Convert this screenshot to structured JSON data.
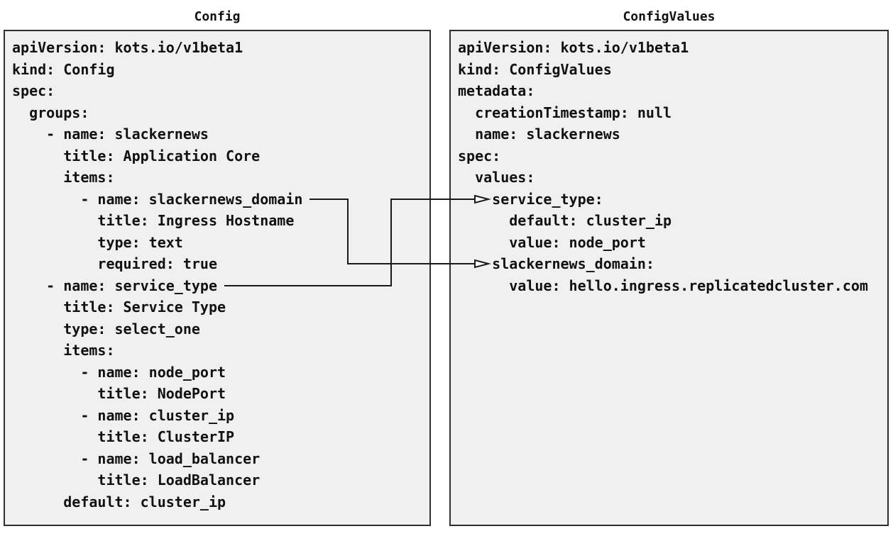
{
  "colors": {
    "page_bg": "#ffffff",
    "panel_bg": "#f0f0f0",
    "panel_border": "#2e2e2e",
    "text": "#111111",
    "arrow": "#1a1a1a",
    "arrowhead_fill": "#ffffff"
  },
  "config_panel": {
    "title": "Config",
    "lines": [
      "apiVersion: kots.io/v1beta1",
      "kind: Config",
      "spec:",
      "  groups:",
      "    - name: slackernews",
      "      title: Application Core",
      "      items:",
      "        - name: slackernews_domain",
      "          title: Ingress Hostname",
      "          type: text",
      "          required: true",
      "    - name: service_type",
      "      title: Service Type",
      "      type: select_one",
      "      items:",
      "        - name: node_port",
      "          title: NodePort",
      "        - name: cluster_ip",
      "          title: ClusterIP",
      "        - name: load_balancer",
      "          title: LoadBalancer",
      "      default: cluster_ip"
    ]
  },
  "configvalues_panel": {
    "title": "ConfigValues",
    "lines": [
      "apiVersion: kots.io/v1beta1",
      "kind: ConfigValues",
      "metadata:",
      "  creationTimestamp: null",
      "  name: slackernews",
      "spec:",
      "  values:",
      "    service_type:",
      "      default: cluster_ip",
      "      value: node_port",
      "    slackernews_domain:",
      "      value: hello.ingress.replicatedcluster.com"
    ]
  },
  "connections": [
    {
      "from": "Config item slackernews_domain",
      "to": "ConfigValues value slackernews_domain"
    },
    {
      "from": "Config item service_type",
      "to": "ConfigValues value service_type"
    }
  ]
}
